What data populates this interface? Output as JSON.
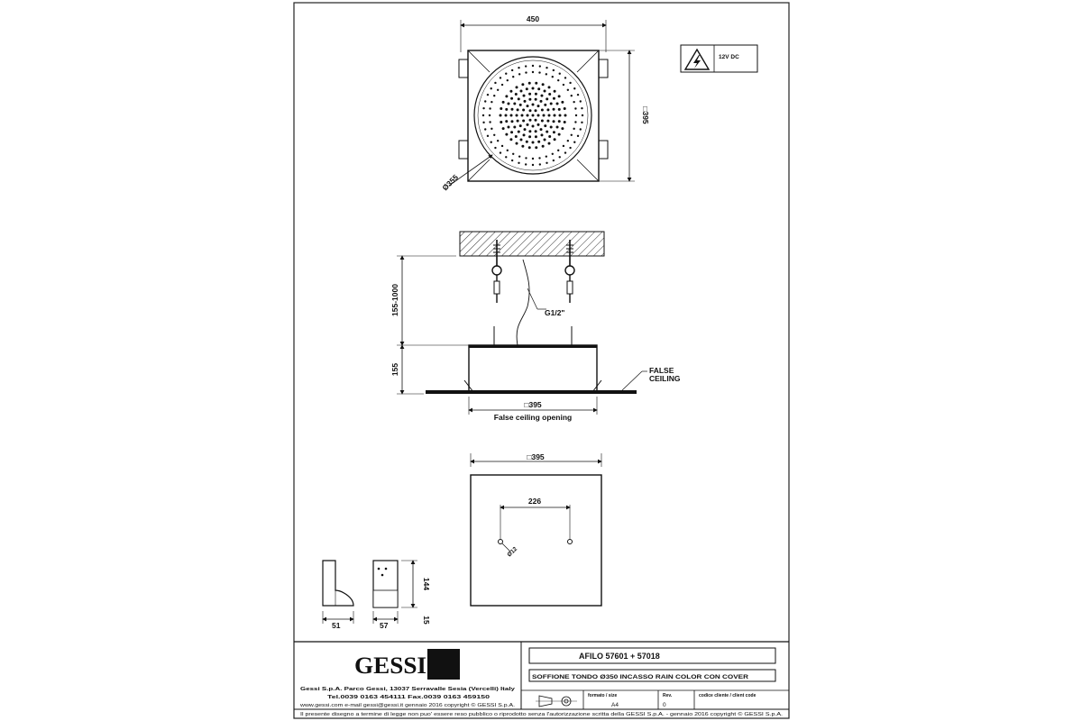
{
  "drawing": {
    "top_view": {
      "width_label": "450",
      "side_label": "□395",
      "diameter_label": "Ø355"
    },
    "warning": {
      "voltage": "12V DC",
      "icon": "high-voltage-warning-icon"
    },
    "side_view": {
      "drop_label": "155-1000",
      "connection_label": "G1/2\"",
      "body_height_label": "155",
      "false_ceiling_label": "FALSE CEILING",
      "opening_size_label": "□395",
      "opening_caption": "False ceiling opening"
    },
    "bottom_view": {
      "size_label": "□395",
      "spacing_label": "226",
      "hole_label": "Ø12"
    },
    "control": {
      "width_side": "51",
      "width_front": "57",
      "height": "144",
      "depth": "15"
    }
  },
  "title_block": {
    "logo_text": "GESSI",
    "company_line": "Gessi S.p.A. Parco Gessi, 13037 Serravalle Sesia (Vercelli) Italy",
    "contact_line": "Tel.0039 0163 454111 Fax.0039 0163 459150",
    "web_line": "www.gessi.com   e-mail gessi@gessi.it   gennaio 2016   copyright © GESSI S.p.A.",
    "product_title": "AFILO 57601 + 57018",
    "product_description": "SOFFIONE TONDO Ø350 INCASSO RAIN COLOR CON COVER",
    "format_header": "formato / size",
    "format_value": "A4",
    "rev_header": "Rev.",
    "rev_value": "0",
    "client_code_header": "codice cliente / client code",
    "disclaimer": "Il presente disegno a termine di legge non puo' essere reso pubblico o riprodotto senza l'autorizzazione scritta della GESSI S.p.A. - gennaio 2016   copyright © GESSI S.p.A."
  }
}
